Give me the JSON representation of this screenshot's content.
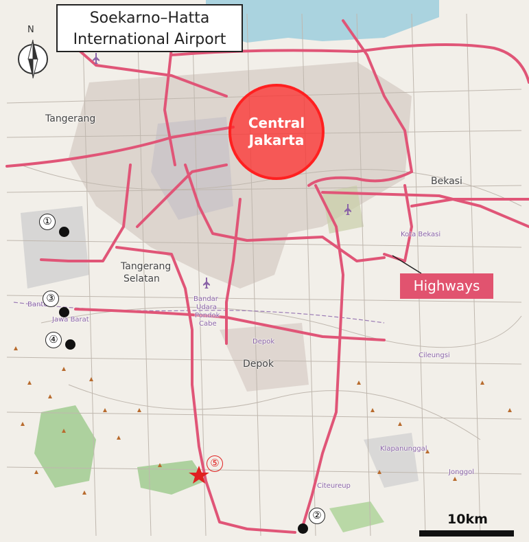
{
  "callout": {
    "line1": "Soekarno–Hatta",
    "line2": "International Airport"
  },
  "central": {
    "line1": "Central",
    "line2": "Jakarta"
  },
  "highways_label": "Highways",
  "compass_letter": "N",
  "scale_label": "10km",
  "places": {
    "tangerang": "Tangerang",
    "bekasi": "Bekasi",
    "kota_bekasi": "Kota Bekasi",
    "tangerang_selatan_1": "Tangerang",
    "tangerang_selatan_2": "Selatan",
    "depok": "Depok",
    "depok_small": "Depok",
    "banten": "Banten",
    "jawa_barat": "Jawa Barat",
    "cileungsi": "Cileungsi",
    "klapanunggal": "Klapanunggal",
    "jonggol": "Jonggol",
    "citeureup": "Citeureup",
    "bandar": "Bandar",
    "udara": "Udara",
    "pondok": "Pondok",
    "cabe": "Cabe"
  },
  "markers": [
    {
      "label": "①",
      "kind": "dot"
    },
    {
      "label": "②",
      "kind": "dot"
    },
    {
      "label": "③",
      "kind": "dot"
    },
    {
      "label": "④",
      "kind": "dot"
    },
    {
      "label": "⑤",
      "kind": "star"
    }
  ],
  "colors": {
    "highway": "#e05577",
    "central_fill": "#ff2828",
    "star": "#e02020",
    "water": "#aad3df",
    "urban": "#d9d0c9",
    "forest": "#add19e"
  },
  "icons": [
    "compass-icon",
    "airport-icon",
    "star-icon"
  ]
}
